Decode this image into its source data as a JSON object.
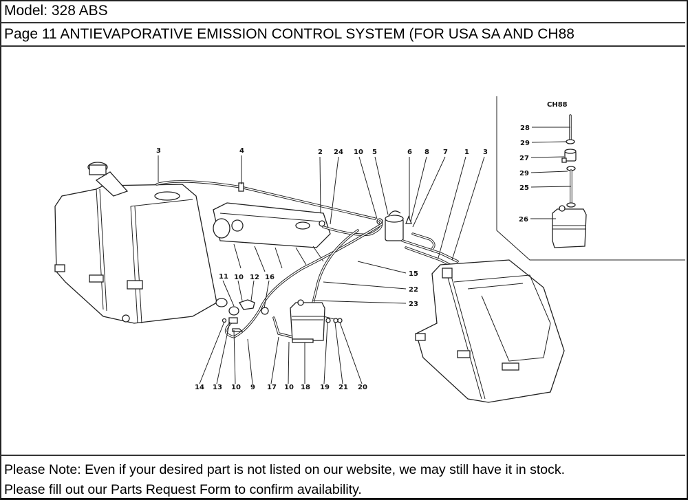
{
  "header": {
    "model": "Model: 328 ABS",
    "page_title": "Page 11  ANTIEVAPORATIVE EMISSION CONTROL SYSTEM (FOR USA  SA AND CH88"
  },
  "diagram": {
    "inset_label": "CH88",
    "callouts": {
      "top_left_3": "3",
      "top_4": "4",
      "top_2": "2",
      "top_24": "24",
      "top_10": "10",
      "top_5": "5",
      "top_6": "6",
      "top_8": "8",
      "top_7": "7",
      "top_1": "1",
      "top_right_3": "3",
      "right_15": "15",
      "right_22": "22",
      "right_23": "23",
      "mid_11": "11",
      "mid_10": "10",
      "mid_12": "12",
      "mid_16": "16",
      "bot_14": "14",
      "bot_13": "13",
      "bot_10a": "10",
      "bot_9": "9",
      "bot_17": "17",
      "bot_10b": "10",
      "bot_18": "18",
      "bot_19": "19",
      "bot_21": "21",
      "bot_20": "20",
      "inset_28": "28",
      "inset_29a": "29",
      "inset_27": "27",
      "inset_29b": "29",
      "inset_25": "25",
      "inset_26": "26"
    }
  },
  "footer": {
    "note_line1": "Please Note: Even if your desired part is not listed on our website, we may still have it in stock.",
    "note_line2": "Please fill out our Parts Request Form to confirm availability."
  }
}
